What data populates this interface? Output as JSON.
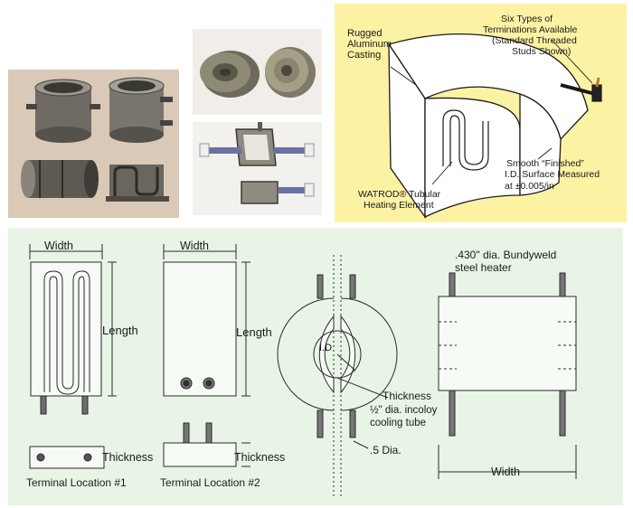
{
  "cutaway": {
    "label_casting_1": "Rugged",
    "label_casting_2": "Aluminum",
    "label_casting_3": "Casting",
    "label_term_1": "Six Types of",
    "label_term_2": "Terminations Available",
    "label_term_3": "(Standard Threaded",
    "label_term_4": "Studs Shown)",
    "label_smooth_1": "Smooth “Finished”",
    "label_smooth_2": "I.D. Surface Measured",
    "label_smooth_3": "at ±0.005/in",
    "label_watrod_1": "WATROD® Tubular",
    "label_watrod_2": "Heating Element"
  },
  "drawing": {
    "width_1": "Width",
    "length_1": "Length",
    "width_2": "Width",
    "length_2": "Length",
    "thickness_1": "Thickness",
    "thickness_2": "Thickness",
    "terminal_1": "Terminal Location #1",
    "terminal_2": "Terminal Location #2",
    "id_label": "I.D",
    "thickness_3": "Thickness",
    "cooling_1": "½\" dia. incoloy",
    "cooling_2": "cooling tube",
    "dia_label": ".5 Dia.",
    "bundy_1": ".430\" dia. Bundyweld",
    "bundy_2": "steel heater",
    "width_3": "Width"
  },
  "colors": {
    "cutaway_bg": "#fbf2a4",
    "drawing_bg": "#e8f5e6",
    "photo_left_bg": "#d9c9b6"
  }
}
